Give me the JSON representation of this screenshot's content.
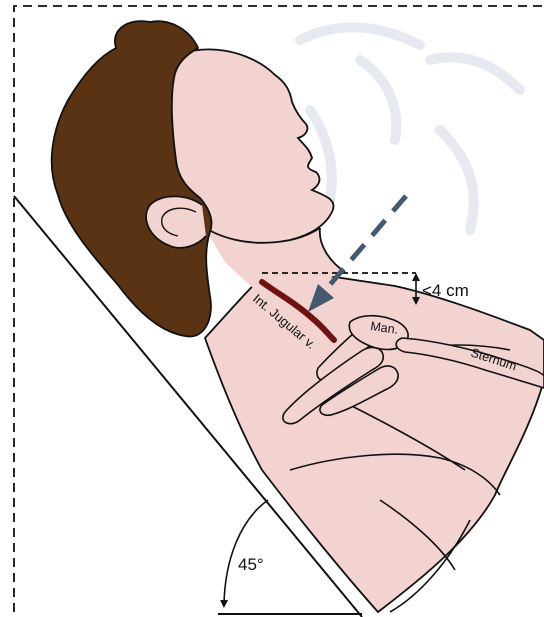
{
  "labels": {
    "vein": "Int. Jugular v.",
    "manubrium": "Man.",
    "sternum": "Sternum",
    "depth": "<4 cm",
    "angle": "45°"
  },
  "colors": {
    "skin": "#F2D3D0",
    "hair": "#5A3315",
    "vein": "#6E1212",
    "arrow": "#44586E",
    "outline": "#111111",
    "watermark": "#E6EAF0"
  },
  "icons": {
    "needle_direction": "dashed-arrow-icon",
    "depth_marker": "double-headed-arrow-icon",
    "angle_marker": "curved-arrow-icon"
  }
}
